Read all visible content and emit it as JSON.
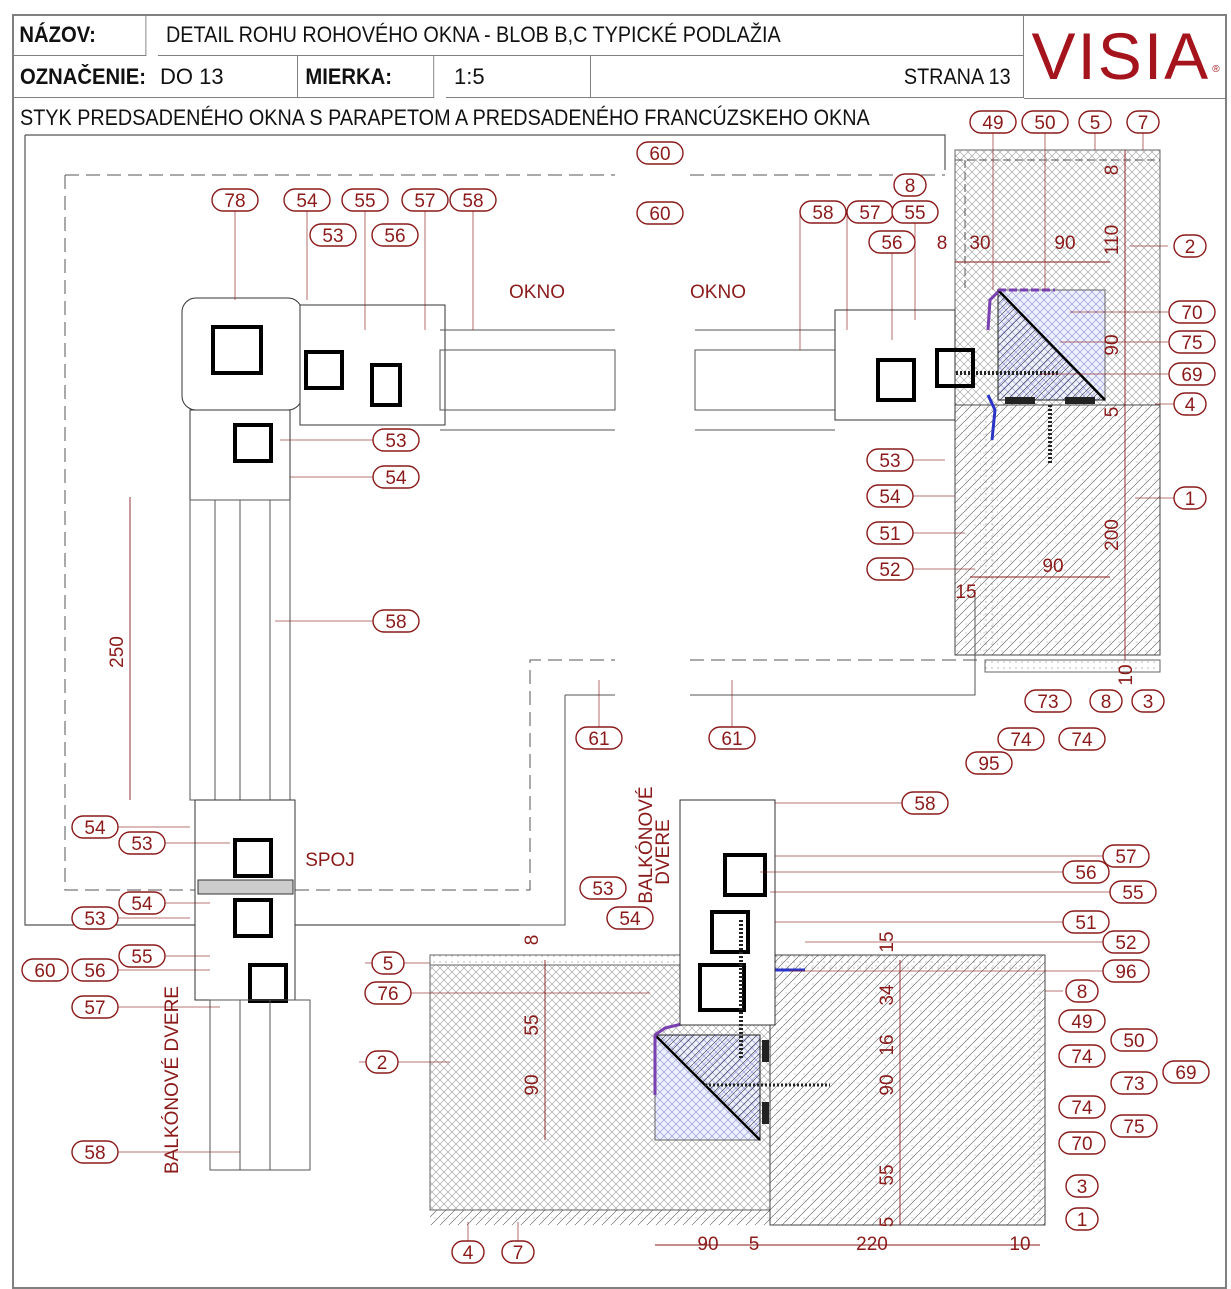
{
  "title_block": {
    "name_label": "NÁZOV:",
    "name_value": "DETAIL ROHU ROHOVÉHO OKNA - BLOB B,C TYPICKÉ PODLAŽIA",
    "designation_label": "OZNAČENIE:",
    "designation_value": "DO 13",
    "scale_label": "MIERKA:",
    "scale_value": "1:5",
    "page": "STRANA 13",
    "logo": "VISIA",
    "logo_mark": "®"
  },
  "subtitle": "STYK PREDSADENÉHO OKNA S PARAPETOM A PREDSADENÉHO FRANCÚZSKEHO OKNA",
  "colors": {
    "accent": "#8b1a1a",
    "logo": "#a5141c",
    "line": "#808080",
    "membrane_purple": "#7a3fb0",
    "membrane_blue": "#2a35c8"
  },
  "text_labels": {
    "okno_left": "OKNO",
    "okno_right": "OKNO",
    "spoj": "SPOJ",
    "balkonove_dvere_left": "BALKÓNOVÉ DVERE",
    "balkonove_dvere_top_line1": "BALKÓNOVÉ",
    "balkonove_dvere_top_line2": "DVERE"
  },
  "callouts": {
    "top_right": [
      "49",
      "50",
      "5",
      "7"
    ],
    "left_top": [
      "78",
      "54",
      "55",
      "57",
      "58",
      "53",
      "56",
      "53",
      "54"
    ],
    "middle_top": [
      "60",
      "60",
      "8"
    ],
    "right_window": [
      "58",
      "57",
      "55",
      "56"
    ],
    "right_side": [
      "2",
      "70",
      "75",
      "69",
      "4",
      "1"
    ],
    "right_lower_left": [
      "53",
      "54",
      "51",
      "52"
    ],
    "right_bottom": [
      "73",
      "8",
      "3",
      "74",
      "74",
      "95"
    ],
    "left_middle": [
      "58"
    ],
    "left_lower": [
      "54",
      "53",
      "54",
      "53",
      "55",
      "60",
      "56",
      "57",
      "58"
    ],
    "center": [
      "61",
      "61"
    ],
    "bottom_door": [
      "58",
      "57",
      "56",
      "55",
      "53",
      "54",
      "51",
      "52",
      "96",
      "8",
      "49",
      "50",
      "74",
      "69",
      "73",
      "74",
      "75",
      "70",
      "3",
      "1"
    ],
    "bottom_left": [
      "5",
      "76",
      "2",
      "4",
      "7"
    ]
  },
  "dimensions": {
    "top_right_horizontal": [
      "8",
      "30",
      "90"
    ],
    "top_right_vertical": [
      "8",
      "110",
      "90",
      "5",
      "200",
      "10"
    ],
    "right_mid_horizontal": [
      "15",
      "90"
    ],
    "left_vertical": [
      "250"
    ],
    "bottom_vertical_left": [
      "8",
      "55",
      "90"
    ],
    "bottom_vertical_right": [
      "15",
      "34",
      "16",
      "90",
      "55",
      "5"
    ],
    "bottom_horizontal": [
      "90",
      "5",
      "220",
      "10"
    ]
  }
}
